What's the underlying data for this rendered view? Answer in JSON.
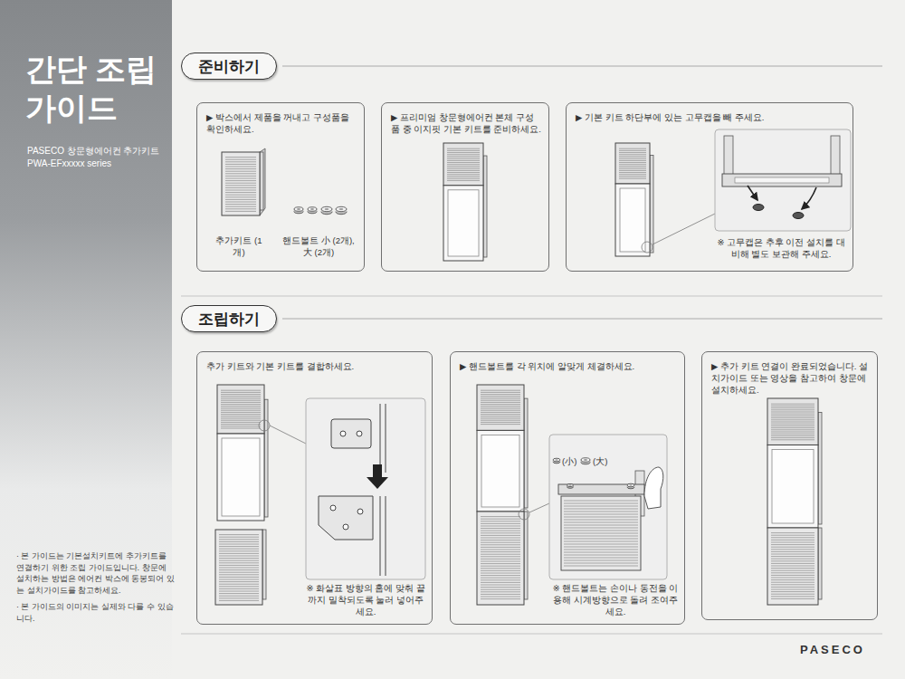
{
  "diagram": {
    "title": "간단 조립 가이드",
    "nodes": [
      {
        "text": [
          "준비하기"
        ]
      },
      {
        "text": [
          "▶ 박스에서 제품을 꺼내고 구성품을 확인하세요.",
          "추가키트 (1개)",
          "핸드볼트 小 (2개), 大 (2개)"
        ]
      },
      {
        "text": [
          "▶ 프리미엄 창문형에어컨 본체 구성품 중 이지핏 기본 키트를 준비하세요."
        ]
      },
      {
        "text": [
          "▶ 기본 키트 하단부에 있는 고무캡을 빼 주세요.",
          "※ 고무캡은 추후 이전 설치를 대비해 별도 보관해 주세요."
        ]
      },
      {
        "text": [
          "조립하기"
        ]
      },
      {
        "text": [
          "추가 키트와 기본 키트를 결합하세요.",
          "※ 화살표 방향의 홈에 맞춰 끝까지 밀착되도록 눌러 넣어주세요."
        ]
      },
      {
        "text": [
          "▶ 핸드볼트를 각 위치에 알맞게 체결하세요.",
          "(小)",
          "(大)",
          "※ 핸드볼트는 손이나 동전을 이용해 시계방향으로 돌려 조여주세요."
        ]
      },
      {
        "text": [
          "▶ 추가 키트 연결이 완료되었습니다. 설치가이드 또는 영상을 참고하여 창문에 설치하세요."
        ]
      }
    ],
    "labels": [
      "PASECO 창문형에어컨 추가키트",
      "PWA-EFxxxxx series",
      "· 본 가이드는 기본설치키트에 추가키트를 연결하기 위한 조립 가이드입니다. 창문에 설치하는 방법은 에어컨 박스에 동봉되어 있는 설치가이드를 참고하세요.",
      "· 본 가이드의 이미지는 실제와 다를 수 있습니다.",
      "PASECO"
    ]
  }
}
